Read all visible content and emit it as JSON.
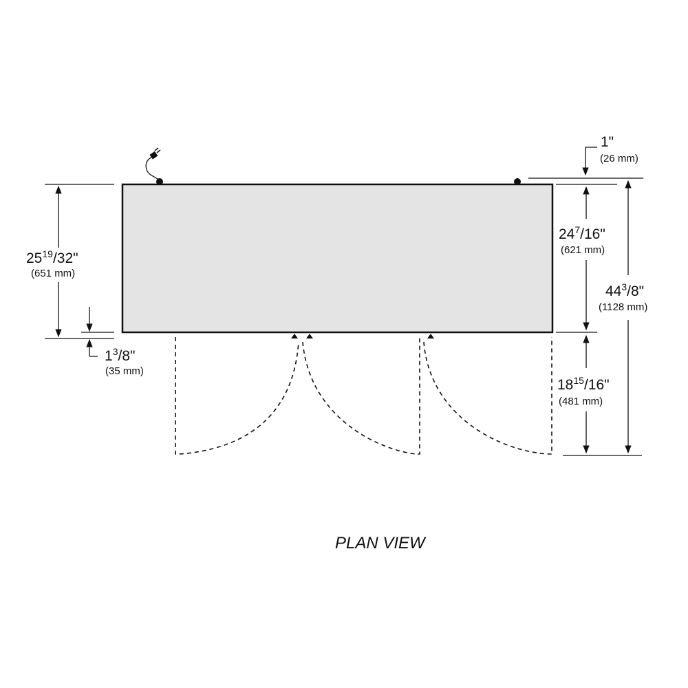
{
  "title": "PLAN VIEW",
  "colors": {
    "cabinet_fill": "#e4e4e4",
    "line": "#111111"
  },
  "dimensions": {
    "left_depth": {
      "whole": "25",
      "sup": "19",
      "rest": "/32\"",
      "metric": "(651 mm)"
    },
    "left_offset": {
      "whole": "1",
      "sup": "3",
      "rest": "/8\"",
      "metric": "(35 mm)"
    },
    "top_offset": {
      "text": "1\"",
      "metric": "(26 mm)"
    },
    "right_depth": {
      "whole": "24",
      "sup": "7",
      "rest": "/16\"",
      "metric": "(621 mm)"
    },
    "total_depth": {
      "whole": "44",
      "sup": "3",
      "rest": "/8\"",
      "metric": "(1128 mm)"
    },
    "door_swing": {
      "whole": "18",
      "sup": "15",
      "rest": "/16\"",
      "metric": "(481 mm)"
    }
  }
}
